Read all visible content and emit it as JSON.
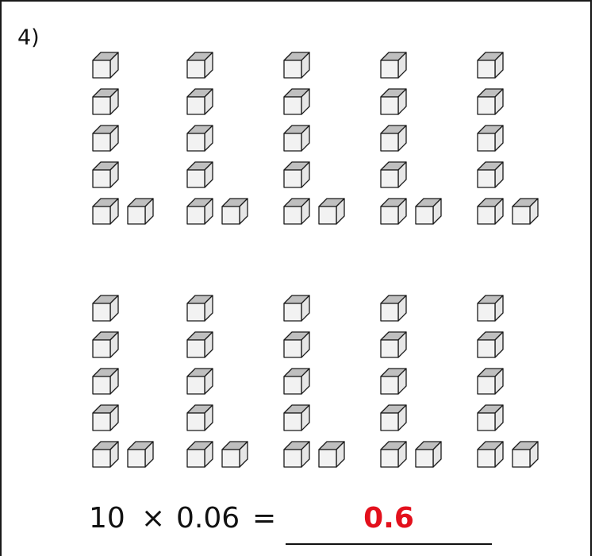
{
  "question": {
    "number_label": "4)"
  },
  "model": {
    "groups": 10,
    "cubes_per_group": 6,
    "cube_icon": "unit-cube-icon"
  },
  "equation": {
    "factor_a": "10",
    "operator": "×",
    "factor_b": "0.06",
    "equals": "=",
    "answer": "0.6"
  },
  "colors": {
    "answer": "#e3101c",
    "cube_top": "#bfbfbf",
    "cube_side": "#e6e6e6",
    "cube_front": "#f2f2f2",
    "stroke": "#1a1a1a"
  }
}
